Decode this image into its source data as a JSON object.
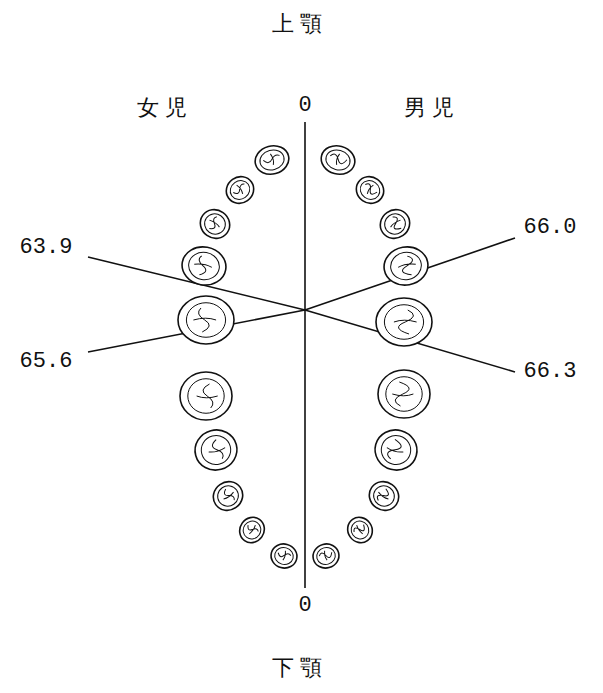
{
  "diagram": {
    "labels": [
      "上顎",
      "女児",
      "0",
      "男児",
      "63.9",
      "66.0",
      "65.6",
      "66.3",
      "0",
      "下顎"
    ]
  }
}
